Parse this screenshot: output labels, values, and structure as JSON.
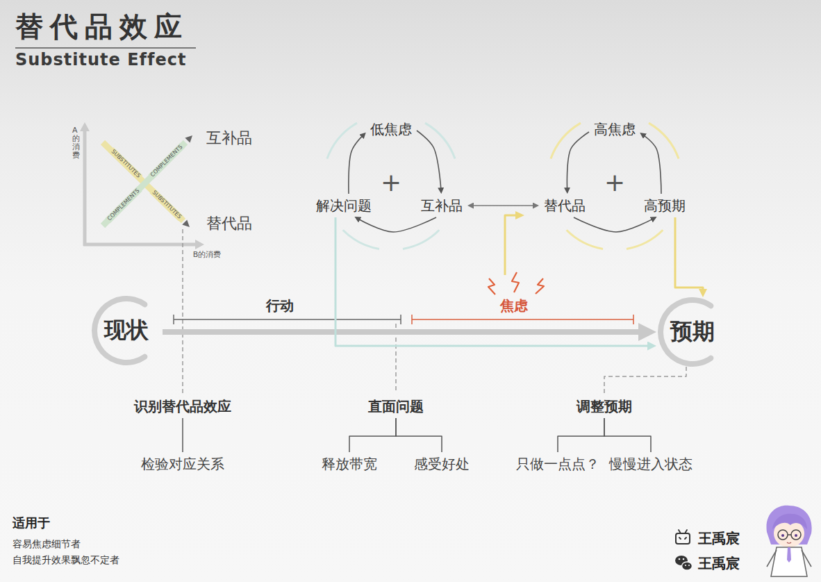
{
  "diagram": {
    "title": "替代品效应",
    "nodes": [
      {
        "text": [
          "低焦虑"
        ]
      },
      {
        "text": [
          "高焦虑"
        ]
      },
      {
        "text": [
          "解决问题"
        ]
      },
      {
        "text": [
          "互补品"
        ]
      },
      {
        "text": [
          "替代品"
        ]
      },
      {
        "text": [
          "高预期"
        ]
      },
      {
        "text": [
          "现状"
        ]
      },
      {
        "text": [
          "预期"
        ]
      },
      {
        "text": [
          "识别替代品效应"
        ]
      },
      {
        "text": [
          "直面问题"
        ]
      },
      {
        "text": [
          "调整预期"
        ]
      },
      {
        "text": [
          "检验对应关系"
        ]
      },
      {
        "text": [
          "释放带宽"
        ]
      },
      {
        "text": [
          "感受好处"
        ]
      },
      {
        "text": [
          "只做一点点？"
        ]
      },
      {
        "text": [
          "慢慢进入状态"
        ]
      }
    ],
    "edges": [
      {
        "from": 0,
        "to": 3,
        "arrow": "to"
      },
      {
        "from": 3,
        "to": 2,
        "arrow": "to"
      },
      {
        "from": 2,
        "to": 0,
        "arrow": "to"
      },
      {
        "from": 3,
        "to": 4,
        "arrow": "both"
      },
      {
        "from": 1,
        "to": 4,
        "arrow": "to"
      },
      {
        "from": 4,
        "to": 5,
        "arrow": "to"
      },
      {
        "from": 5,
        "to": 1,
        "arrow": "to"
      },
      {
        "from": 6,
        "to": 7,
        "arrow": "to"
      },
      {
        "from": 2,
        "to": 7,
        "arrow": "to"
      },
      {
        "from": 5,
        "to": 7,
        "arrow": "to"
      },
      {
        "from": 7,
        "to": 10,
        "arrow": "none"
      },
      {
        "from": 8,
        "to": 11,
        "arrow": "none"
      },
      {
        "from": 9,
        "to": 12,
        "arrow": "none"
      },
      {
        "from": 9,
        "to": 13,
        "arrow": "none"
      },
      {
        "from": 10,
        "to": 14,
        "arrow": "none"
      },
      {
        "from": 10,
        "to": 15,
        "arrow": "none"
      }
    ],
    "labels": [
      "Substitute Effect",
      "A的消费",
      "SUBSTITUTES",
      "COMPLEMENTS",
      "互补品",
      "COMPLEMENTS",
      "SUBSTITUTES",
      "替代品",
      "B的消费",
      "+",
      "+",
      "行动",
      "焦虑",
      "适用于",
      "容易焦虑细节者",
      "自我提升效果飘忽不定者",
      "王禹宸",
      "王禹宸"
    ]
  }
}
